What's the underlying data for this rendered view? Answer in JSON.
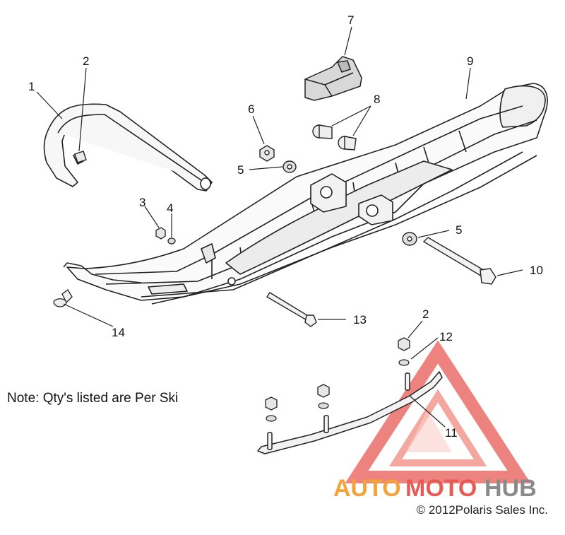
{
  "diagram": {
    "callouts": [
      "1",
      "2",
      "3",
      "4",
      "5",
      "5",
      "6",
      "7",
      "8",
      "9",
      "10",
      "11",
      "12",
      "13",
      "14",
      "2"
    ],
    "note": "Note: Qty's listed are Per Ski",
    "copyright": "© 2012Polaris Sales Inc."
  },
  "watermark": {
    "part1": "AUTO",
    "part2": "MOTO",
    "part3": "HUB",
    "colors": {
      "orange": "#f2a33a",
      "red": "#e85a55",
      "gray": "#8a8a8a"
    }
  }
}
